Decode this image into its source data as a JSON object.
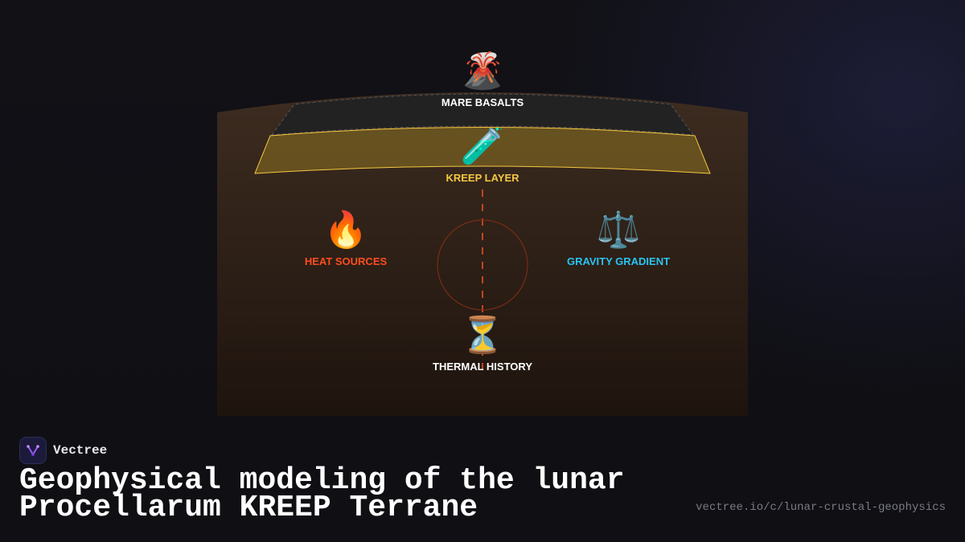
{
  "diagram": {
    "nodes": [
      {
        "id": "mare",
        "label": "MARE BASALTS",
        "icon": "volcano-icon",
        "glyph": "🌋",
        "color": "#ffffff"
      },
      {
        "id": "kreep",
        "label": "KREEP LAYER",
        "icon": "test-tube-icon",
        "glyph": "🧪",
        "color": "#f5c842"
      },
      {
        "id": "heat",
        "label": "HEAT SOURCES",
        "icon": "fire-icon",
        "glyph": "🔥",
        "color": "#ff4d1f"
      },
      {
        "id": "gravity",
        "label": "GRAVITY GRADIENT",
        "icon": "balance-scale-icon",
        "glyph": "⚖️",
        "color": "#29c4f2"
      },
      {
        "id": "thermal",
        "label": "THERMAL HISTORY",
        "icon": "hourglass-icon",
        "glyph": "⏳",
        "color": "#ffffff"
      }
    ],
    "colors": {
      "crust": "#3a2a1f",
      "mare_layer": "#222222",
      "kreep_layer": "#6b5520",
      "kreep_outline": "#f5c842",
      "axis": "#c2461f"
    }
  },
  "brand": {
    "name": "Vectree",
    "logo_icon": "vectree-logo-icon"
  },
  "title": "Geophysical modeling of the lunar Procellarum KREEP Terrane",
  "source_url": "vectree.io/c/lunar-crustal-geophysics"
}
